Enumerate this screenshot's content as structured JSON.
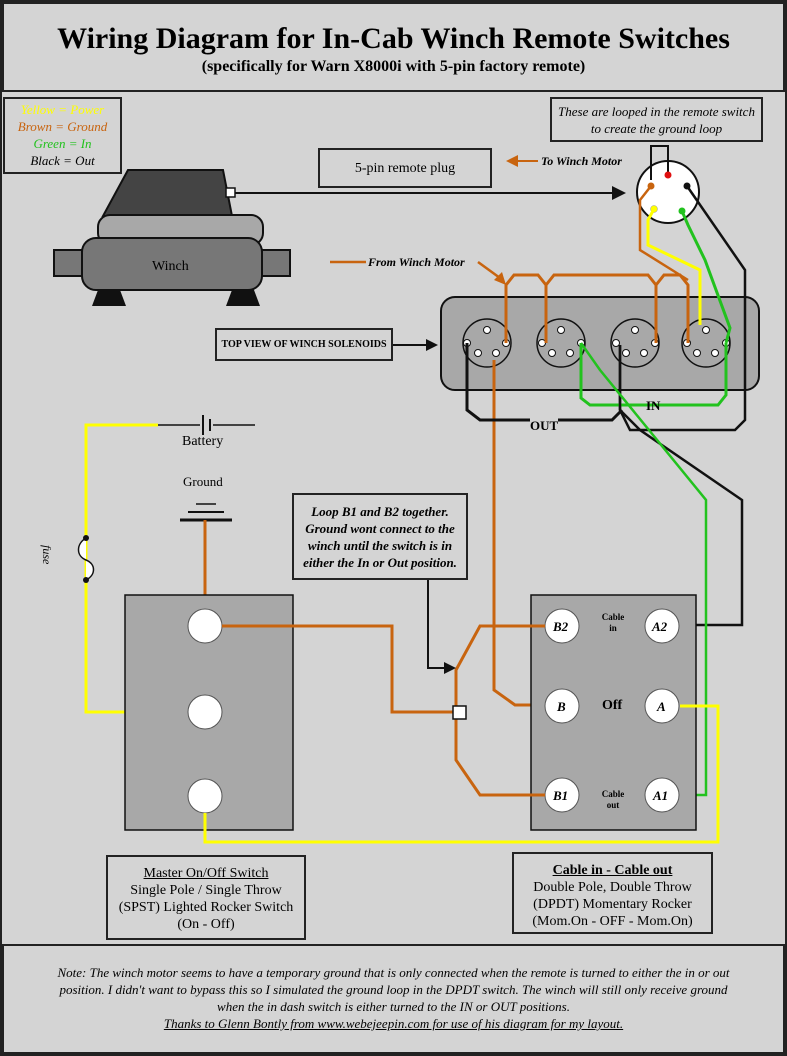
{
  "title": "Wiring Diagram for In-Cab Winch Remote Switches",
  "subtitle": "(specifically for Warn X8000i with 5-pin factory remote)",
  "legend": {
    "yellow": "Yellow = Power",
    "brown": "Brown = Ground",
    "green": "Green = In",
    "black": "Black = Out"
  },
  "colors": {
    "yellow": "#ffff00",
    "brown": "#c8640f",
    "green": "#22c21e",
    "black": "#000000",
    "red": "#e01010"
  },
  "loop_note": "These are looped in the remote switch to create the ground loop",
  "plug_label": "5-pin remote plug",
  "to_winch_motor": "To Winch Motor",
  "from_winch_motor": "From Winch Motor",
  "winch_label": "Winch",
  "solenoid_label": "TOP VIEW OF WINCH SOLENOIDS",
  "in_label": "IN",
  "out_label": "OUT",
  "battery_label": "Battery",
  "ground_label": "Ground",
  "fuse_label": "fuse",
  "loop_box": "Loop B1 and B2 together. Ground wont connect to the winch until the switch is in either the In or Out position.",
  "dpdt": {
    "terminals": [
      "B2",
      "B",
      "B1",
      "A2",
      "A",
      "A1"
    ],
    "cable_in": "Cable in",
    "off": "Off",
    "cable_out": "Cable out"
  },
  "master_switch": {
    "title": "Master On/Off Switch",
    "line1": "Single Pole / Single Throw",
    "line2": "(SPST) Lighted Rocker Switch",
    "line3": "(On - Off)"
  },
  "cable_switch": {
    "title": "Cable in - Cable out",
    "line1": "Double Pole, Double Throw",
    "line2": "(DPDT) Momentary Rocker",
    "line3": "(Mom.On - OFF - Mom.On)"
  },
  "note": {
    "line1": "Note: The winch motor seems to have a temporary ground that is only connected when the remote is turned to either the in or out",
    "line2": "position. I didn't want to bypass this so I simulated the ground loop in the DPDT switch. The winch will still only receive ground",
    "line3": "when the in dash switch is either turned to the IN or OUT positions.",
    "thanks": "Thanks to Glenn Bontly from www.webejeepin.com  for use of his diagram for my layout."
  }
}
